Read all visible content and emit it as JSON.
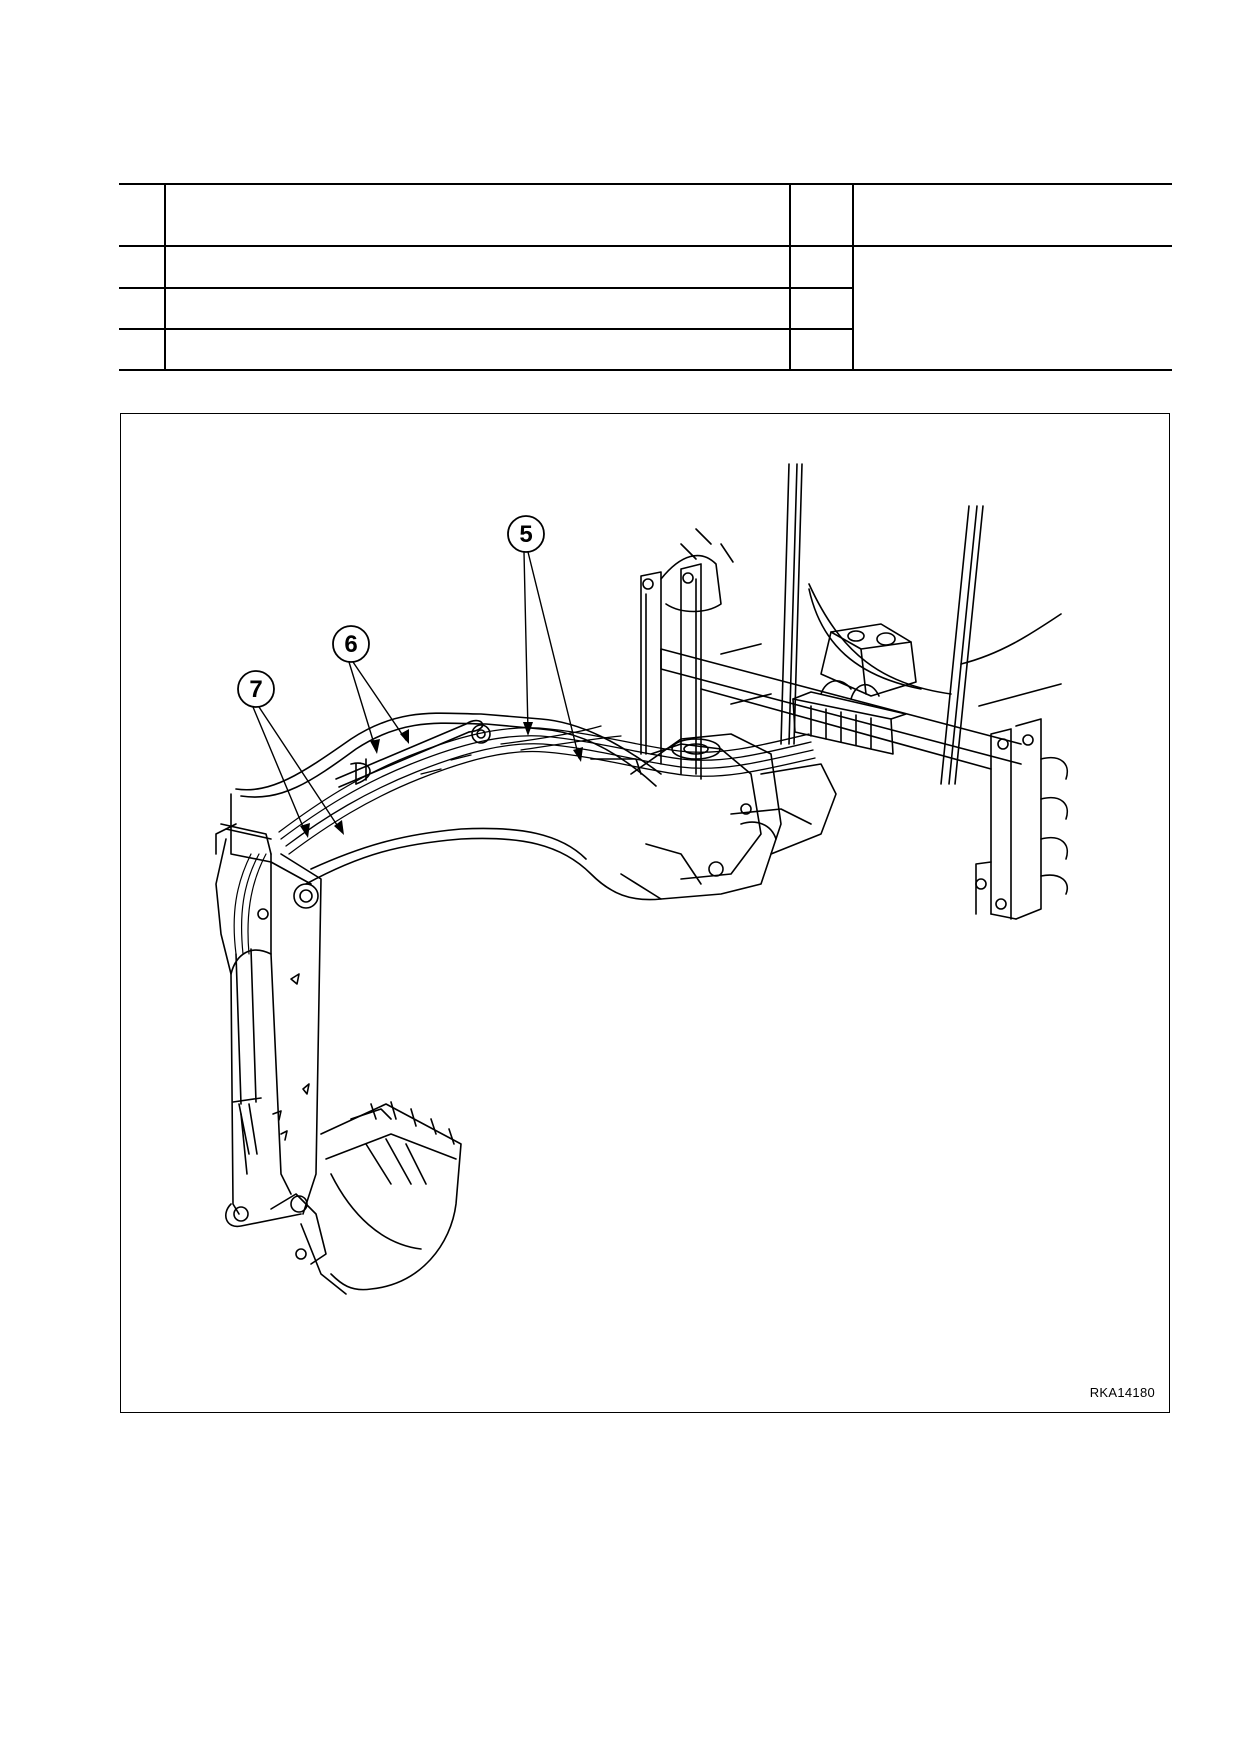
{
  "parts_table": {
    "rows": [
      {
        "cells": [
          "",
          "",
          "",
          ""
        ]
      },
      {
        "cells": [
          "",
          "",
          ""
        ]
      },
      {
        "cells": [
          "",
          "",
          ""
        ]
      },
      {
        "cells": [
          "",
          "",
          ""
        ]
      }
    ]
  },
  "figure": {
    "callouts": [
      "5",
      "6",
      "7"
    ],
    "reference_code": "RKA14180",
    "subject": "backhoe-boom-and-hoses"
  }
}
